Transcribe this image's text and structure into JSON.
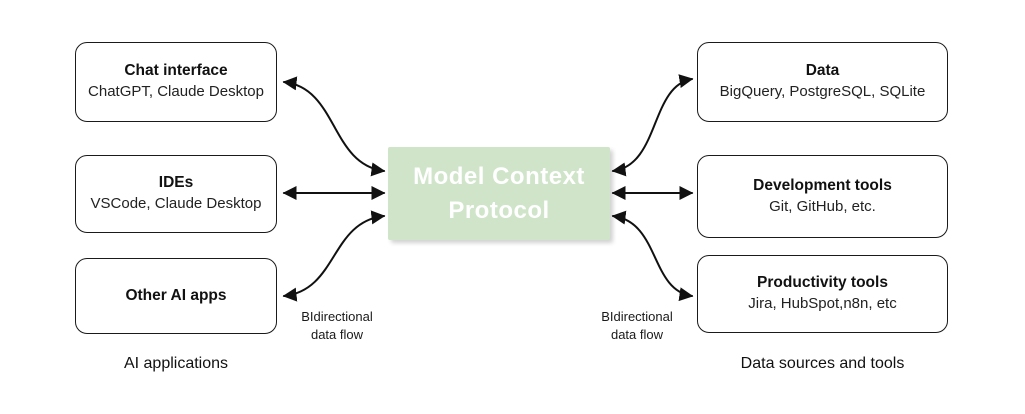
{
  "center": {
    "title_line1": "Model Context",
    "title_line2": "Protocol"
  },
  "left_group": {
    "caption": "AI applications",
    "flow_label_line1": "BIdirectional",
    "flow_label_line2": "data flow",
    "boxes": [
      {
        "title": "Chat interface",
        "subtitle": "ChatGPT, Claude Desktop"
      },
      {
        "title": "IDEs",
        "subtitle": "VSCode, Claude Desktop"
      },
      {
        "title": "Other AI apps",
        "subtitle": ""
      }
    ]
  },
  "right_group": {
    "caption": "Data sources and tools",
    "flow_label_line1": "BIdirectional",
    "flow_label_line2": "data flow",
    "boxes": [
      {
        "title": "Data",
        "subtitle": "BigQuery, PostgreSQL, SQLite"
      },
      {
        "title": "Development tools",
        "subtitle": "Git, GitHub, etc."
      },
      {
        "title": "Productivity tools",
        "subtitle": "Jira, HubSpot,n8n, etc"
      }
    ]
  },
  "colors": {
    "mcp_background": "#cfe4c9",
    "mcp_text": "#ffffff",
    "box_border": "#1a1a1a",
    "arrow": "#111111"
  }
}
